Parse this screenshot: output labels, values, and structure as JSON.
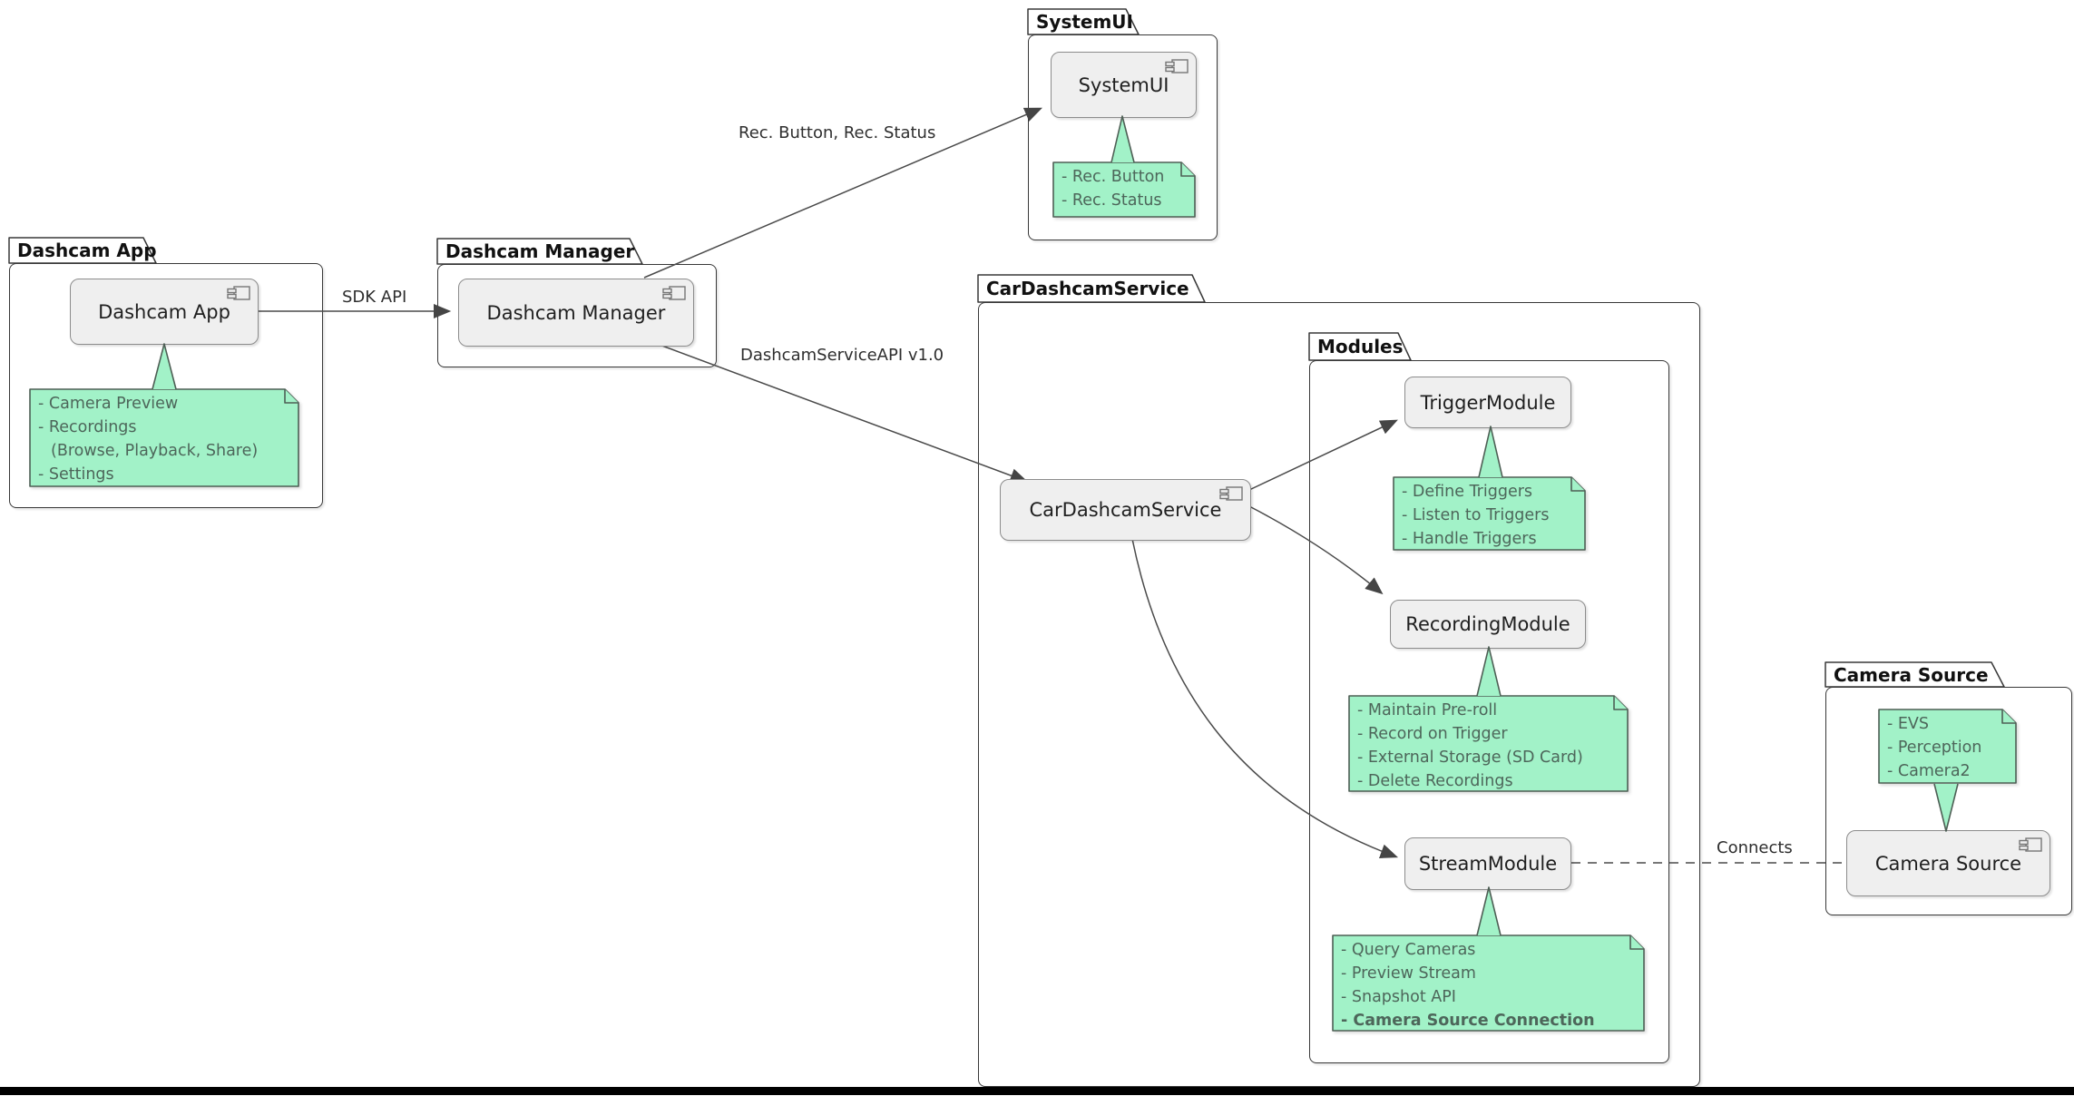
{
  "diagram": {
    "title": "Dashcam architecture component diagram",
    "packages": {
      "dashcam_app": {
        "title": "Dashcam App"
      },
      "dashcam_manager": {
        "title": "Dashcam Manager"
      },
      "systemui": {
        "title": "SystemUI"
      },
      "car_dashcam_service": {
        "title": "CarDashcamService"
      },
      "modules": {
        "title": "Modules"
      },
      "camera_source": {
        "title": "Camera Source"
      }
    },
    "components": {
      "dashcam_app": {
        "label": "Dashcam App"
      },
      "dashcam_manager": {
        "label": "Dashcam Manager"
      },
      "systemui": {
        "label": "SystemUI"
      },
      "car_dashcam_service": {
        "label": "CarDashcamService"
      },
      "trigger_module": {
        "label": "TriggerModule"
      },
      "recording_module": {
        "label": "RecordingModule"
      },
      "stream_module": {
        "label": "StreamModule"
      },
      "camera_source": {
        "label": "Camera Source"
      }
    },
    "notes": {
      "dashcam_app": {
        "lines": [
          {
            "text": "- Camera Preview",
            "bold": false
          },
          {
            "text": "- Recordings",
            "bold": false
          },
          {
            "text": "(Browse, Playback, Share)",
            "bold": false,
            "indented": true
          },
          {
            "text": "- Settings",
            "bold": false
          }
        ]
      },
      "systemui": {
        "lines": [
          {
            "text": "- Rec. Button",
            "bold": false
          },
          {
            "text": "- Rec. Status",
            "bold": false
          }
        ]
      },
      "trigger_module": {
        "lines": [
          {
            "text": "- Define Triggers",
            "bold": false
          },
          {
            "text": "- Listen to Triggers",
            "bold": false
          },
          {
            "text": "- Handle Triggers",
            "bold": false
          }
        ]
      },
      "recording_module": {
        "lines": [
          {
            "text": "- Maintain Pre-roll",
            "bold": false
          },
          {
            "text": "- Record on Trigger",
            "bold": false
          },
          {
            "text": "- External Storage (SD Card)",
            "bold": false
          },
          {
            "text": "- Delete Recordings",
            "bold": false
          }
        ]
      },
      "stream_module": {
        "lines": [
          {
            "text": "- Query Cameras",
            "bold": false
          },
          {
            "text": "- Preview Stream",
            "bold": false
          },
          {
            "text": "- Snapshot API",
            "bold": false
          },
          {
            "text": "- Camera Source Connection",
            "bold": true
          }
        ]
      },
      "camera_source": {
        "lines": [
          {
            "text": "- EVS",
            "bold": false
          },
          {
            "text": "- Perception",
            "bold": false
          },
          {
            "text": "- Camera2",
            "bold": false
          }
        ]
      }
    },
    "edge_labels": {
      "sdk_api": "SDK API",
      "rec_ui": "Rec. Button, Rec. Status",
      "service_api": "DashcamServiceAPI v1.0",
      "connects": "Connects"
    },
    "colors": {
      "note_fill": "#A2F2C8",
      "note_border": "#4e5f55",
      "note_text": "#4d665a",
      "component_fill": "#EFEFEF",
      "component_border": "#8c8c8c",
      "package_border": "#383838",
      "edge": "#4a4a4a",
      "bottom_bar": "#000000"
    }
  }
}
